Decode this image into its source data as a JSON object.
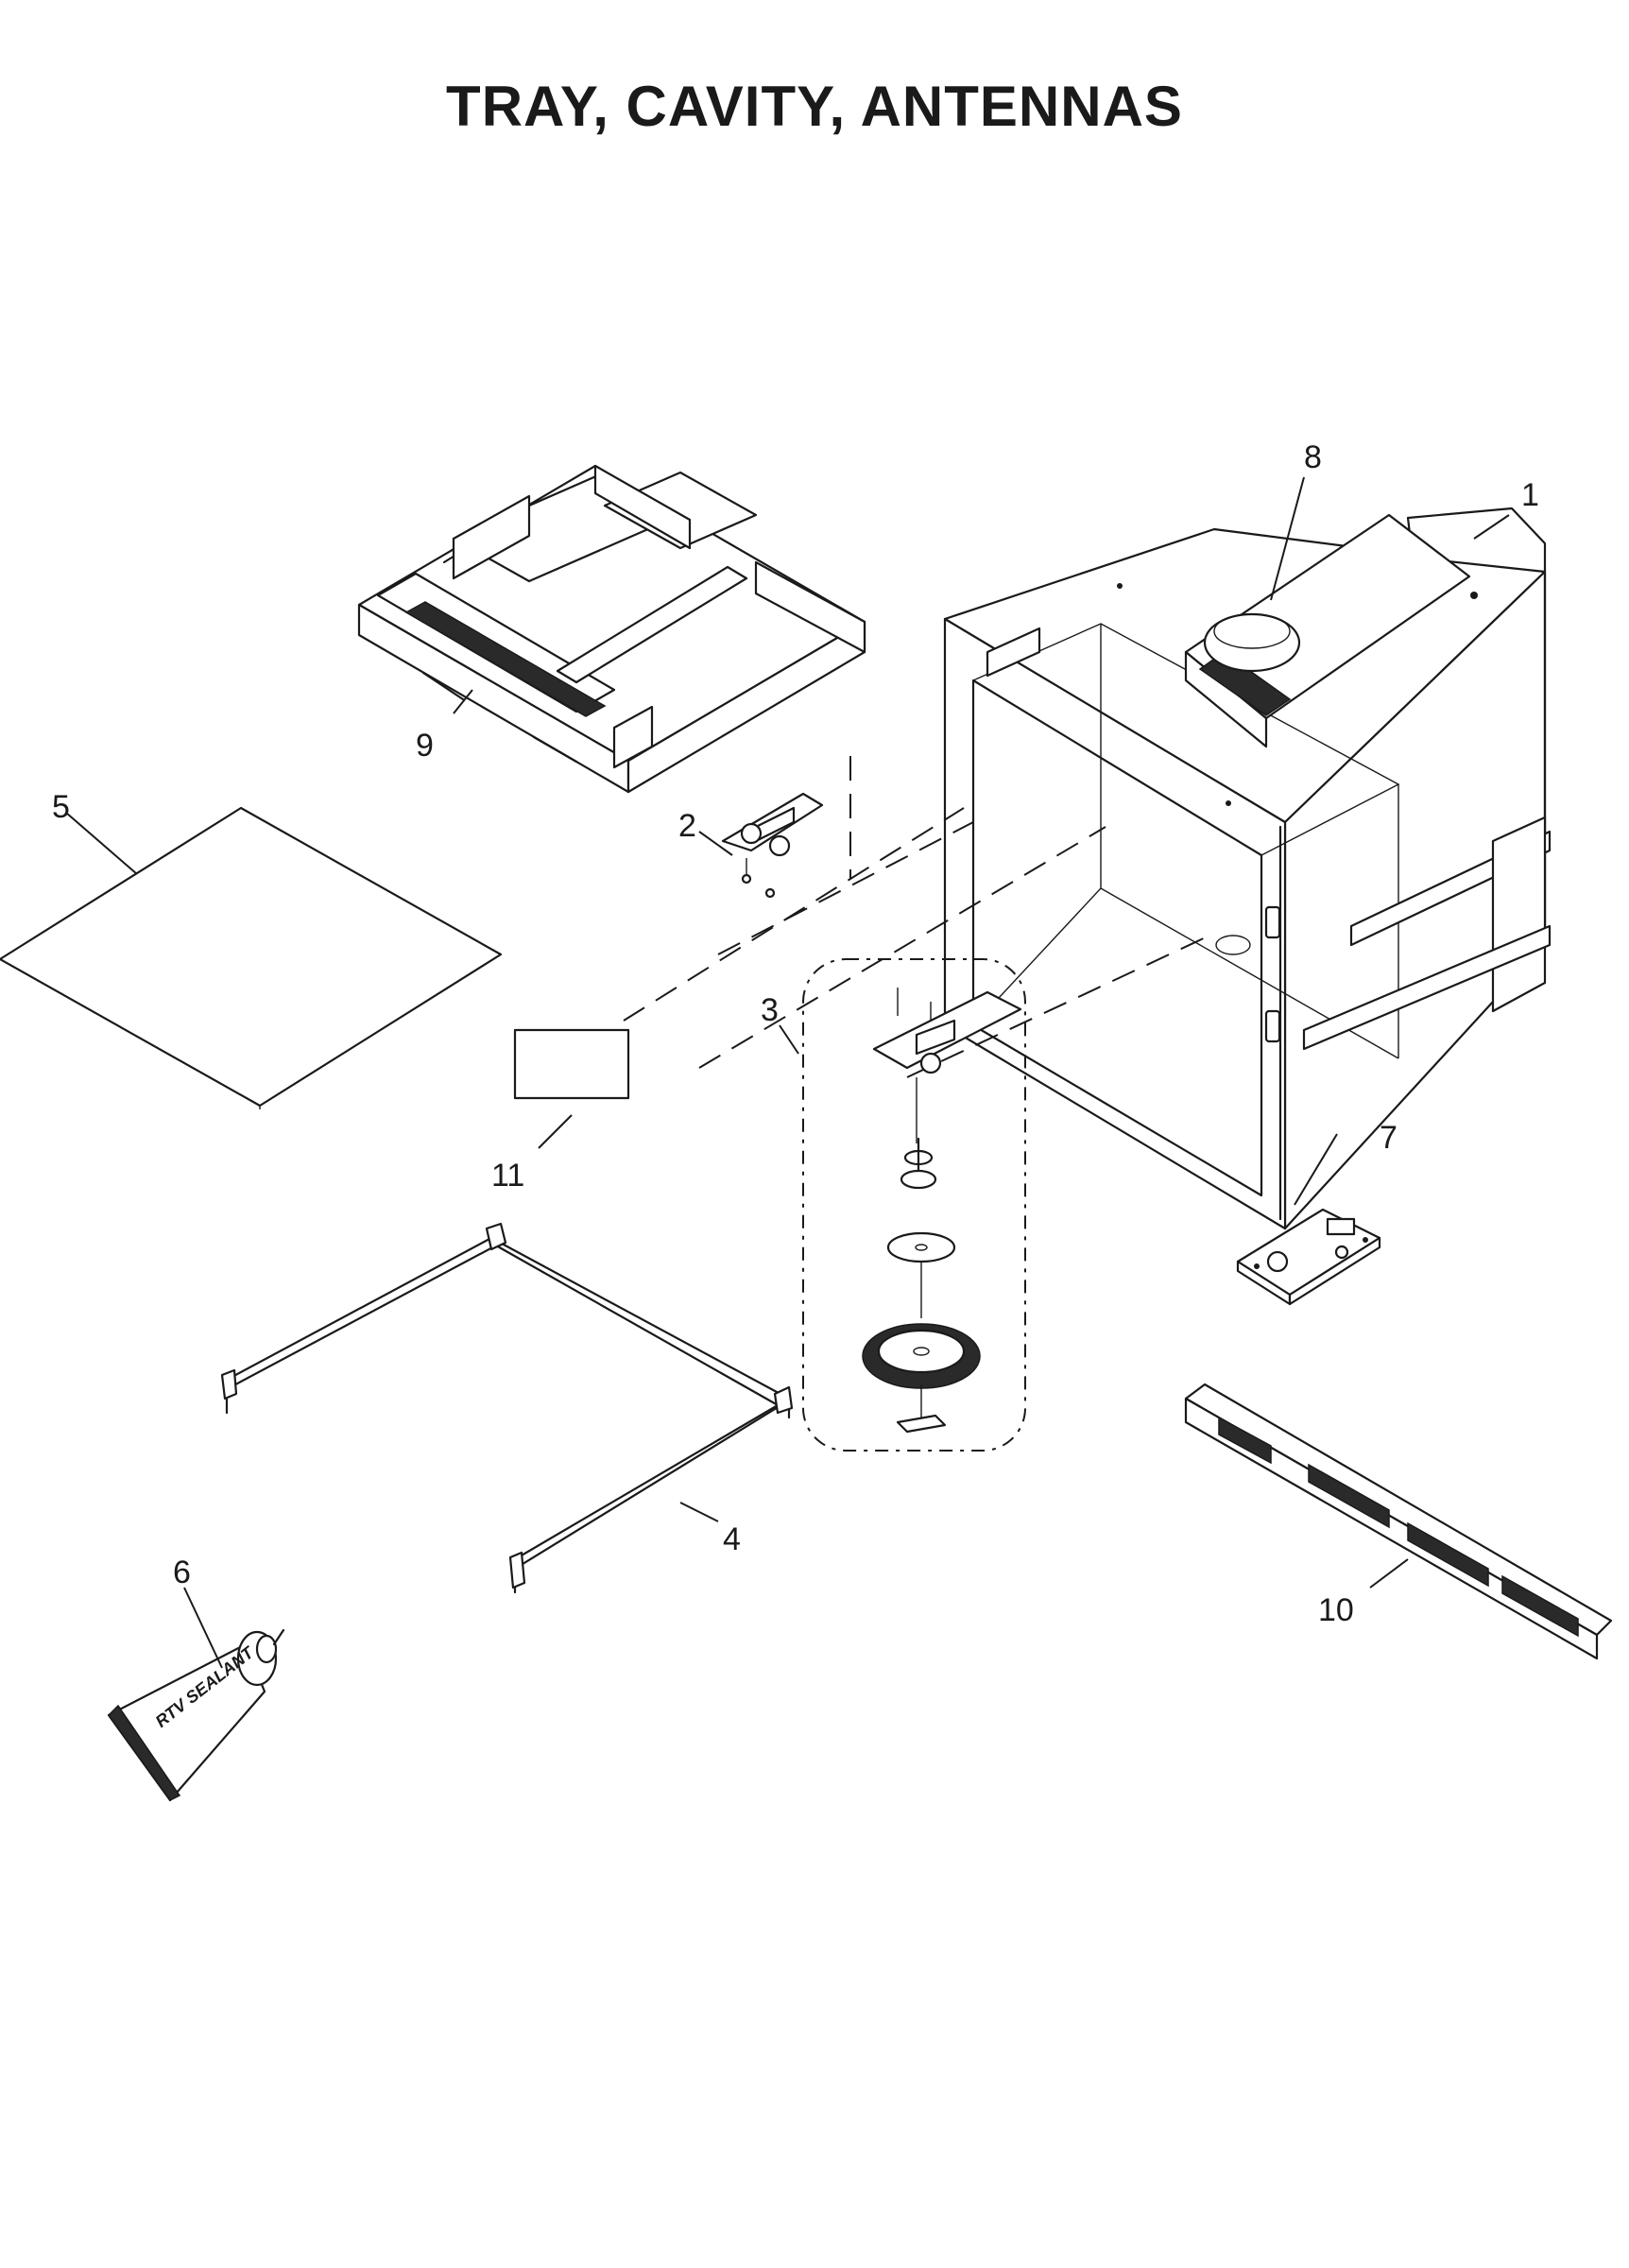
{
  "title": "TRAY, CAVITY, ANTENNAS",
  "callouts": [
    "1",
    "2",
    "3",
    "4",
    "5",
    "6",
    "7",
    "8",
    "9",
    "10",
    "11"
  ],
  "parts": {
    "cavity": "1",
    "antenna-bracket": "2",
    "antenna-assembly": "3",
    "frame": "4",
    "sheet": "5",
    "sealant-tube": "6",
    "board": "7",
    "motor": "8",
    "tray": "9",
    "vent-grille": "10",
    "label": "11"
  },
  "tube_text": "RTV SEALANT"
}
